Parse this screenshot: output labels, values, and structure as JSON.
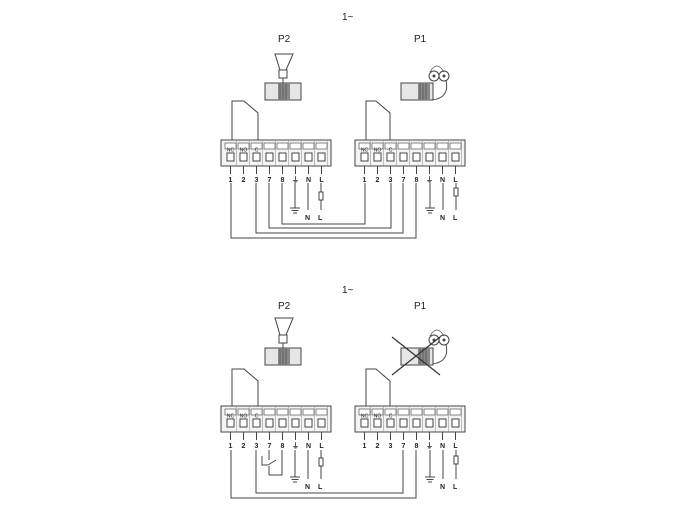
{
  "diagrams": [
    {
      "phase_label": "1~",
      "pump_p2": "P2",
      "pump_p1": "P1",
      "left_terminals": [
        "1",
        "2",
        "3",
        "7",
        "8",
        "⏚",
        "N",
        "L"
      ],
      "right_terminals": [
        "1",
        "2",
        "3",
        "7",
        "8",
        "⏚",
        "N",
        "L"
      ],
      "contact_labels": [
        "NC",
        "NO",
        "C"
      ],
      "supply_labels": [
        "N",
        "L"
      ],
      "p1_crossed_out": false
    },
    {
      "phase_label": "1~",
      "pump_p2": "P2",
      "pump_p1": "P1",
      "left_terminals": [
        "1",
        "2",
        "3",
        "7",
        "8",
        "⏚",
        "N",
        "L"
      ],
      "right_terminals": [
        "1",
        "2",
        "3",
        "7",
        "8",
        "⏚",
        "N",
        "L"
      ],
      "contact_labels": [
        "NC",
        "NO",
        "C"
      ],
      "supply_labels": [
        "N",
        "L"
      ],
      "p1_crossed_out": true
    }
  ]
}
